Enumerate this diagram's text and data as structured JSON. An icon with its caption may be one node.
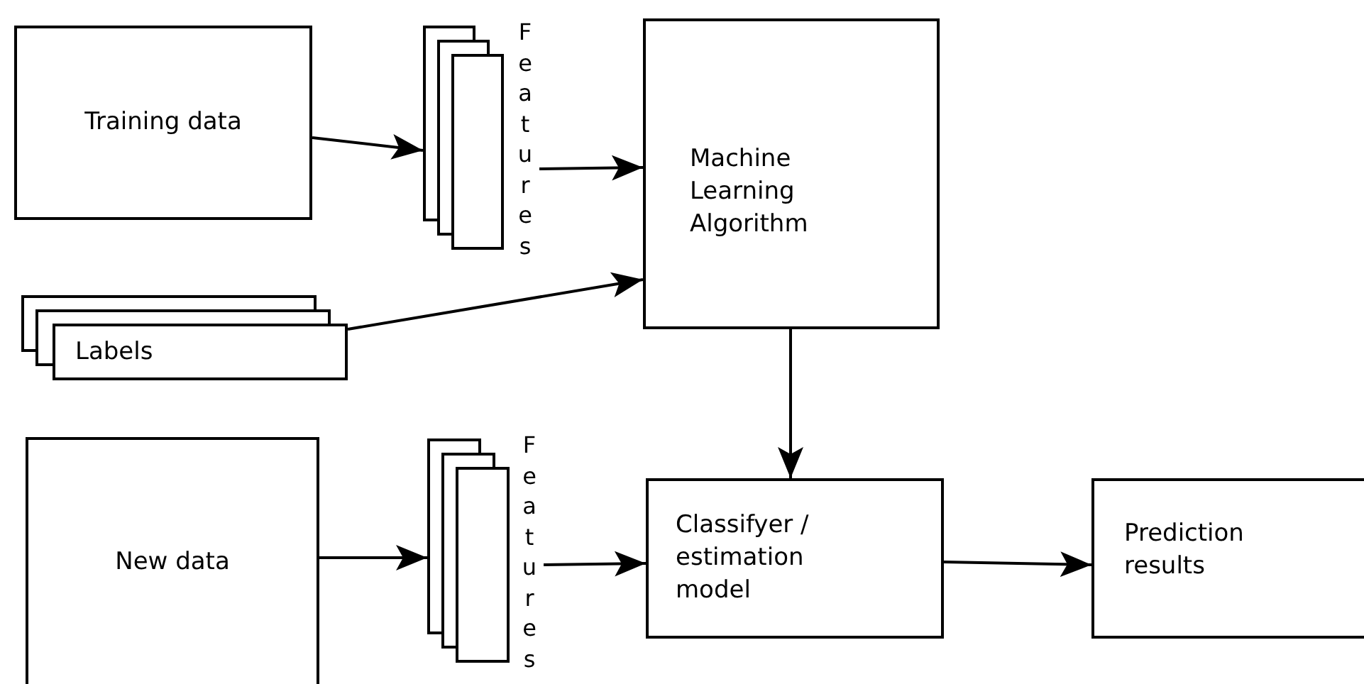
{
  "diagram": {
    "nodes": [
      {
        "text": [
          "Training data"
        ]
      },
      {
        "text": [],
        "shape": "box",
        "beside": [
          "Features"
        ]
      },
      {
        "text": [
          "Machine Learning Algorithm"
        ]
      },
      {
        "text": [
          "Labels"
        ]
      },
      {
        "text": [
          "New data"
        ]
      },
      {
        "text": [],
        "shape": "box",
        "beside": [
          "Features"
        ]
      },
      {
        "text": [
          "Classifyer / estimation model"
        ]
      },
      {
        "text": [
          "Prediction results"
        ]
      }
    ],
    "edges": [
      {
        "from": 0,
        "to": 1,
        "arrow": "to"
      },
      {
        "from": 1,
        "to": 2,
        "arrow": "to"
      },
      {
        "from": 3,
        "to": 2,
        "arrow": "to"
      },
      {
        "from": 2,
        "to": 6,
        "arrow": "to"
      },
      {
        "from": 4,
        "to": 5,
        "arrow": "to"
      },
      {
        "from": 5,
        "to": 6,
        "arrow": "to"
      },
      {
        "from": 6,
        "to": 7,
        "arrow": "to"
      }
    ]
  }
}
